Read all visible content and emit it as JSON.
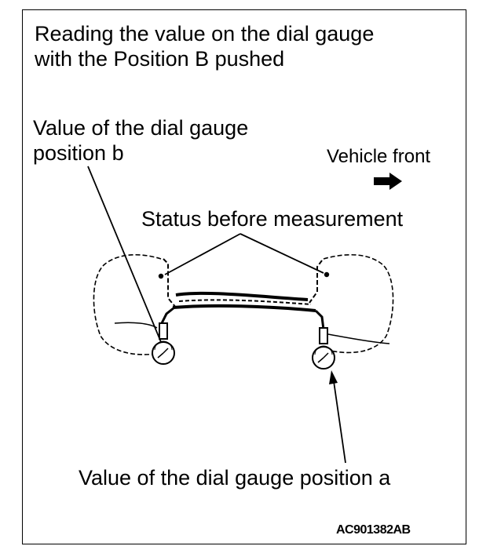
{
  "title": {
    "line1": "Reading the value on the dial gauge",
    "line2": "with the Position B pushed"
  },
  "label_position_b": {
    "line1": "Value of the dial gauge",
    "line2": "position b"
  },
  "label_vehicle_front": "Vehicle front",
  "label_status_before": "Status before measurement",
  "label_position_a": "Value of the dial gauge position a",
  "figure_code": "AC901382AB",
  "icons": {
    "direction_arrow": "arrow-right-icon",
    "dial_gauge": "dial-gauge-icon"
  },
  "colors": {
    "ink": "#000000",
    "background": "#ffffff"
  }
}
